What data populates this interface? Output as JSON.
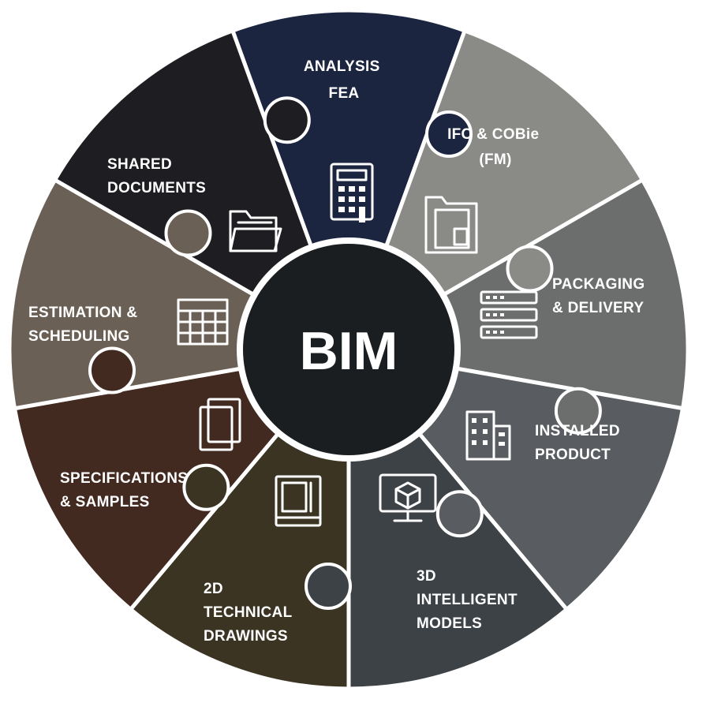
{
  "diagram": {
    "center": {
      "label": "BIM",
      "color": "#1b1e21"
    },
    "segments": [
      {
        "id": "analysis",
        "lines": [
          "ANALYSIS",
          "FEA"
        ],
        "color": "#1b2540",
        "icon": "calculator-icon"
      },
      {
        "id": "ifc-cobie",
        "lines": [
          "IFC & COBie",
          "(FM)"
        ],
        "color": "#8a8b87",
        "icon": "file-folder-icon"
      },
      {
        "id": "packaging-delivery",
        "lines": [
          "PACKAGING",
          "& DELIVERY"
        ],
        "color": "#6c6e6e",
        "icon": "server-stack-icon"
      },
      {
        "id": "installed-product",
        "lines": [
          "INSTALLED",
          "PRODUCT"
        ],
        "color": "#595d61",
        "icon": "building-icon"
      },
      {
        "id": "intelligent-models",
        "lines": [
          "3D",
          "INTELLIGENT",
          "MODELS"
        ],
        "color": "#3d4247",
        "icon": "3d-model-monitor-icon"
      },
      {
        "id": "technical-drawings",
        "lines": [
          "2D",
          "TECHNICAL",
          "DRAWINGS"
        ],
        "color": "#3b3422",
        "icon": "blueprint-icon"
      },
      {
        "id": "specifications-samples",
        "lines": [
          "SPECIFICATIONS",
          "& SAMPLES"
        ],
        "color": "#432a20",
        "icon": "stacked-pages-icon"
      },
      {
        "id": "estimation-scheduling",
        "lines": [
          "ESTIMATION &",
          "SCHEDULING"
        ],
        "color": "#6b6055",
        "icon": "calendar-grid-icon"
      },
      {
        "id": "shared-documents",
        "lines": [
          "SHARED",
          "DOCUMENTS"
        ],
        "color": "#1e1e22",
        "icon": "open-folder-icon"
      }
    ]
  }
}
